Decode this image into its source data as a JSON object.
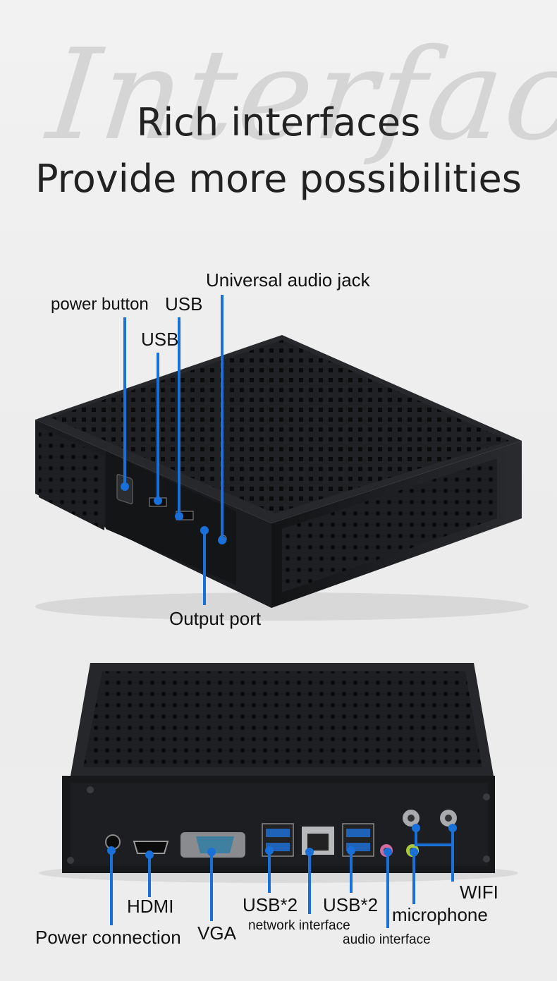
{
  "watermark": "Interface",
  "headline": {
    "line1": "Rich interfaces",
    "line2": "Provide more possibilities"
  },
  "front_panel": {
    "labels": {
      "universal_audio_jack": "Universal audio jack",
      "power_button": "power button",
      "usb_top": "USB",
      "usb_left": "USB",
      "output_port": "Output port"
    }
  },
  "rear_panel": {
    "labels": {
      "hdmi": "HDMI",
      "vga": "VGA",
      "power_connection": "Power connection",
      "usb_left": "USB*2",
      "network_interface": "network interface",
      "usb_right": "USB*2",
      "audio_interface": "audio interface",
      "wifi": "WIFI",
      "microphone": "microphone"
    }
  },
  "colors": {
    "accent": "#1870d8",
    "background": "#efefef",
    "device_body": "#1b1c1f"
  }
}
